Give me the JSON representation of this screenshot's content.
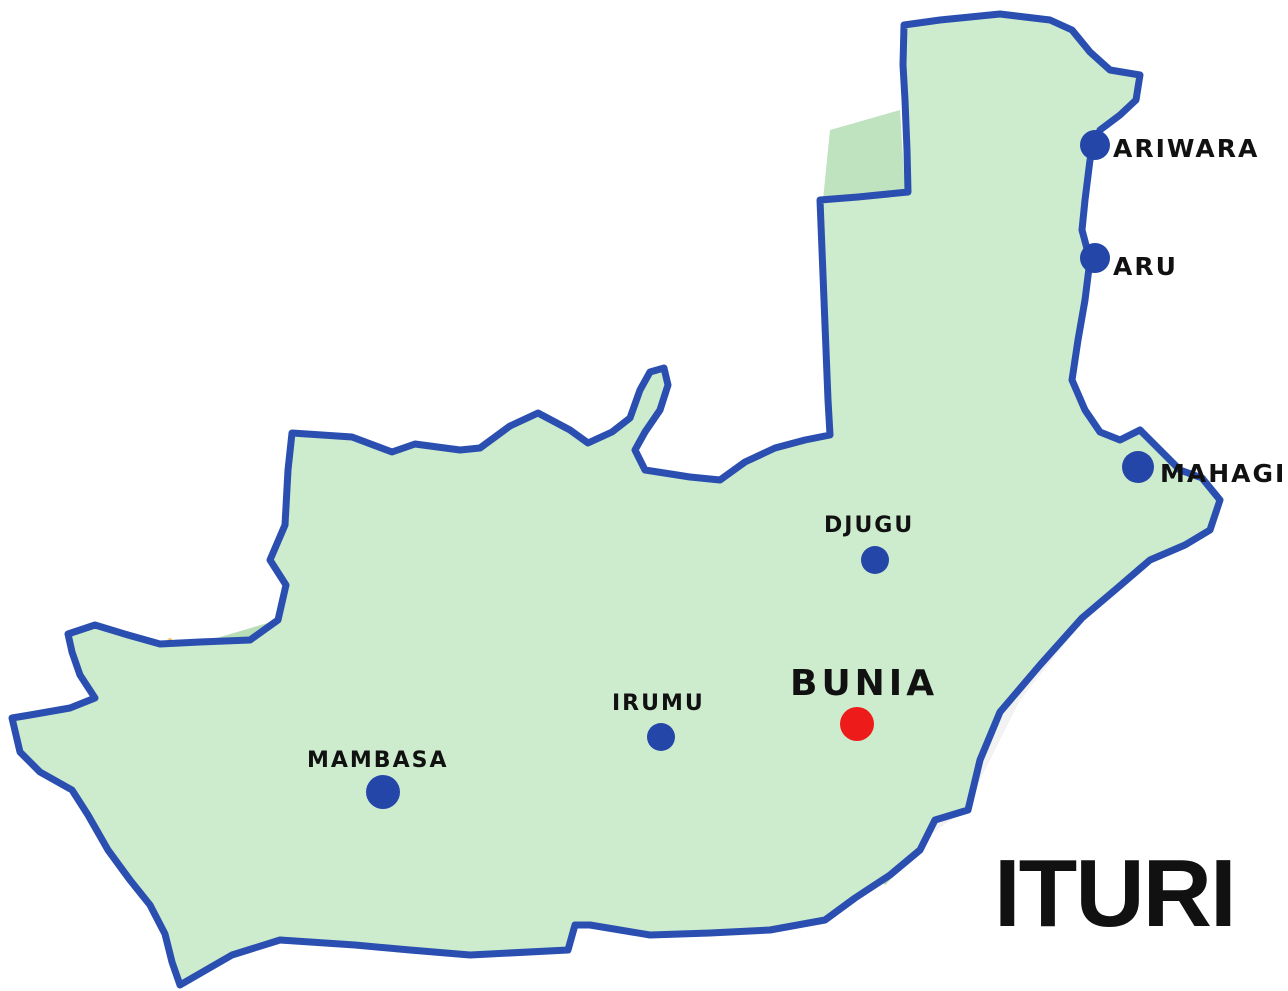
{
  "title": "ITURI",
  "colors": {
    "boundary": "#2a4fb0",
    "land": "#cdebcd",
    "forest": "#b7deb7",
    "urban": "#f1f2f1",
    "roads": "#f0c96a",
    "town_marker": "#2446a8",
    "capital_marker": "#ee1b1b"
  },
  "capital": {
    "name": "BUNIA"
  },
  "towns": [
    {
      "id": "ariwara",
      "name": "ARIWARA"
    },
    {
      "id": "aru",
      "name": "ARU"
    },
    {
      "id": "mahagi",
      "name": "MAHAGI"
    },
    {
      "id": "djugu",
      "name": "DJUGU"
    },
    {
      "id": "irumu",
      "name": "IRUMU"
    },
    {
      "id": "mambasa",
      "name": "MAMBASA"
    }
  ]
}
